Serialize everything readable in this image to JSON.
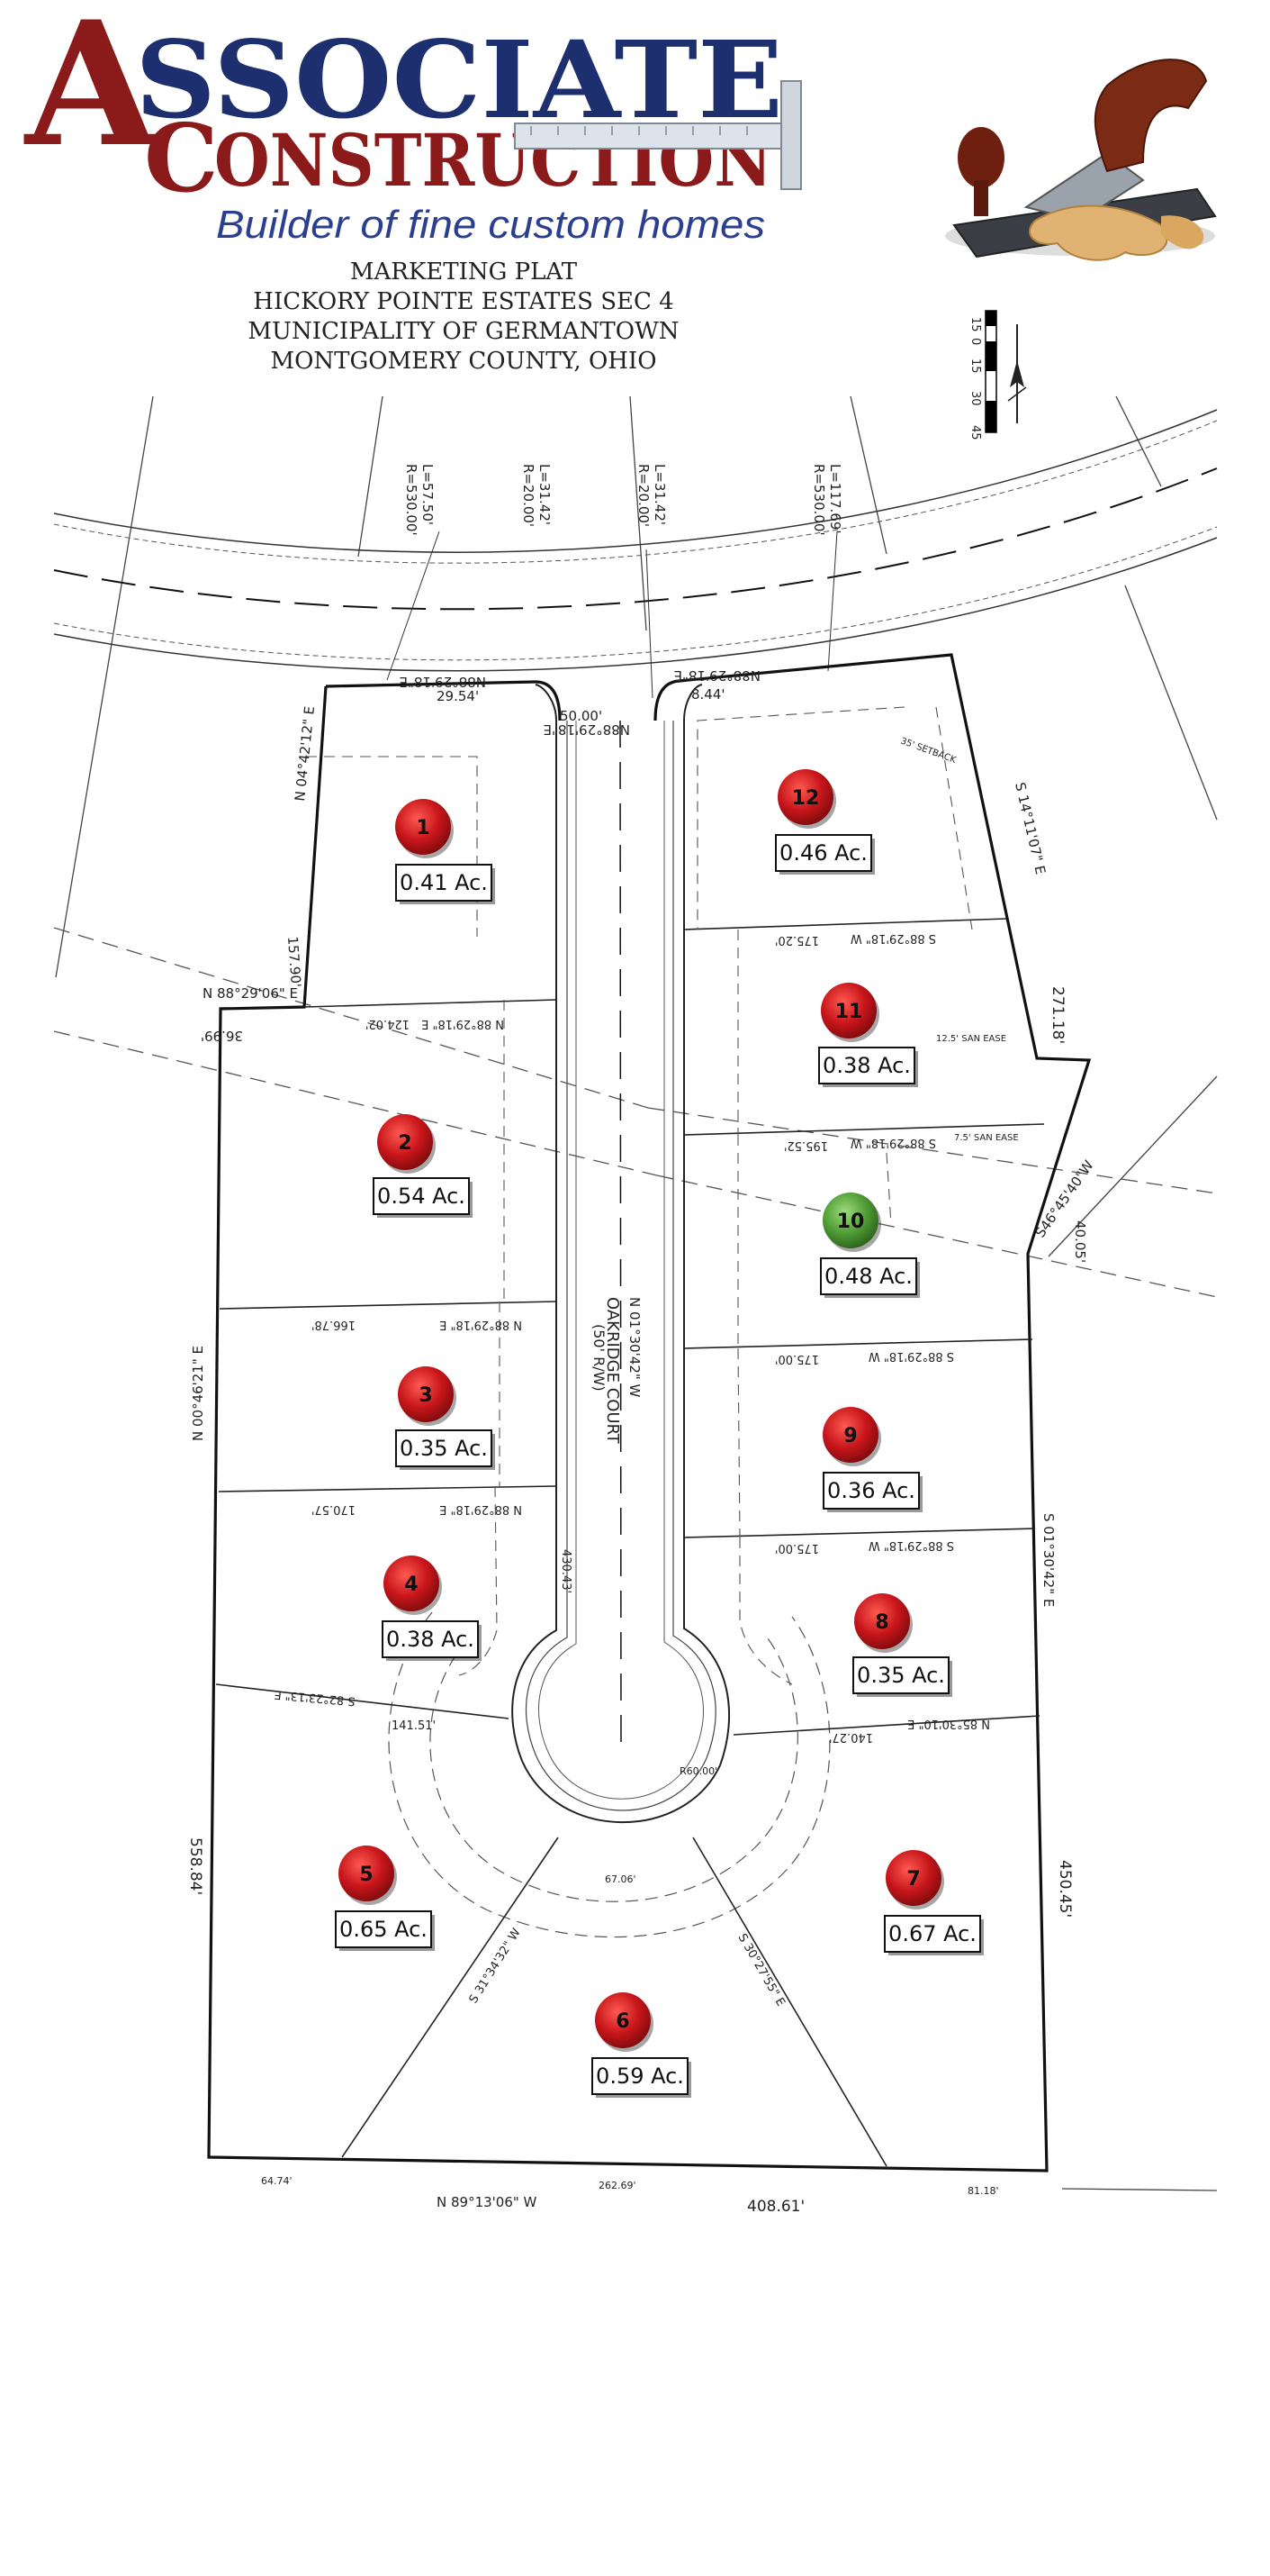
{
  "header": {
    "logo_initial": "A",
    "logo_word1": "SSOCIATE",
    "logo_word2_initial": "C",
    "logo_word2": "ONSTRUCTION",
    "tagline": "Builder of fine custom homes",
    "colors": {
      "maroon": "#8b1a1a",
      "navy": "#1d2f6e",
      "tagline": "#2a3f8f"
    }
  },
  "plat_title": {
    "line1": "MARKETING PLAT",
    "line2": "HICKORY POINTE ESTATES SEC 4",
    "line3": "MUNICIPALITY OF GERMANTOWN",
    "line4": "MONTGOMERY COUNTY, OHIO"
  },
  "scale_bar": {
    "ticks": [
      "15",
      "0",
      "15",
      "30",
      "45"
    ]
  },
  "street": {
    "name": "OAKRIDGE COURT",
    "row": "(50' R/W)"
  },
  "colors": {
    "sold": "#c8161b",
    "available": "#3f8f2a",
    "line": "#111111"
  },
  "curve_labels": [
    {
      "r": "R=530.00'",
      "l": "L=57.50'"
    },
    {
      "r": "R=20.00'",
      "l": "L=31.42'"
    },
    {
      "r": "R=20.00'",
      "l": "L=31.42'"
    },
    {
      "r": "R=530.00'",
      "l": "L=117.69'"
    }
  ],
  "bearings": {
    "top_left": "N88°29'18\"E",
    "top_left_dist": "29.54'",
    "top_center": "N88°29'18\"E",
    "top_center_dist": "50.00'",
    "top_right": "N88°29'18\"E",
    "top_right_dist": "8.44'",
    "left_upper": "N 04°42'12\" E",
    "left_upper_dist": "157.90'",
    "left_jog": "N 88°29'06\" E",
    "left_jog_dist": "36.99'",
    "left_main": "N 00°46'21\" E",
    "left_main_dist": "558.84'",
    "bottom": "N 89°13'06\" W",
    "bottom_dist": "408.61'",
    "right_upper": "S 14°11'07\" E",
    "right_upper_dist": "271.18'",
    "right_jog": "S46°45'40\"W",
    "right_jog_dist": "40.05'",
    "right_main": "S 01°30'42\" E",
    "right_main_dist": "450.45'",
    "center_line": "N 01°30'42\" W",
    "lot_1_2": "N 88°29'18\" E",
    "lot_1_2_dist": "124.02'",
    "lot_2_3": "N 88°29'18\" E",
    "lot_2_3_dist": "166.78'",
    "lot_3_4": "N 88°29'18\" E",
    "lot_3_4_dist": "170.57'",
    "lot_4_5": "S 82°23'13\" E",
    "lot_4_5_dist": "141.51'",
    "lot_5_6": "S 31°34'32\" W",
    "lot_6_7": "S 30°27'55\" E",
    "lot_7_8": "N 85°30'10\" E",
    "lot_7_8_dist": "140.27'",
    "lot_8_9": "S 88°29'18\" W",
    "lot_8_9_dist": "175.00'",
    "lot_9_10": "S 88°29'18\" W",
    "lot_9_10_dist": "175.00'",
    "lot_10_11": "S 88°29'18\" W",
    "lot_10_11_dist": "195.52'",
    "lot_11_12": "S 88°29'18\" W",
    "lot_11_12_dist": "175.20'",
    "radius": "R60.00'",
    "bottom_left_seg": "64.74'",
    "bottom_mid_seg": "262.69'",
    "bottom_right_seg": "81.18'",
    "cul_arc": "67.06'",
    "stem": "430.43'",
    "setback": "35' SETBACK",
    "easement": "12.5' SAN EASE",
    "util_ease": "7.5' SAN EASE"
  },
  "lots": [
    {
      "num": "1",
      "acres": "0.41 Ac.",
      "status": "sold"
    },
    {
      "num": "2",
      "acres": "0.54 Ac.",
      "status": "sold"
    },
    {
      "num": "3",
      "acres": "0.35 Ac.",
      "status": "sold"
    },
    {
      "num": "4",
      "acres": "0.38 Ac.",
      "status": "sold"
    },
    {
      "num": "5",
      "acres": "0.65 Ac.",
      "status": "sold"
    },
    {
      "num": "6",
      "acres": "0.59 Ac.",
      "status": "sold"
    },
    {
      "num": "7",
      "acres": "0.67 Ac.",
      "status": "sold"
    },
    {
      "num": "8",
      "acres": "0.35 Ac.",
      "status": "sold"
    },
    {
      "num": "9",
      "acres": "0.36 Ac.",
      "status": "sold"
    },
    {
      "num": "10",
      "acres": "0.48 Ac.",
      "status": "available"
    },
    {
      "num": "11",
      "acres": "0.38 Ac.",
      "status": "sold"
    },
    {
      "num": "12",
      "acres": "0.46 Ac.",
      "status": "sold"
    }
  ]
}
